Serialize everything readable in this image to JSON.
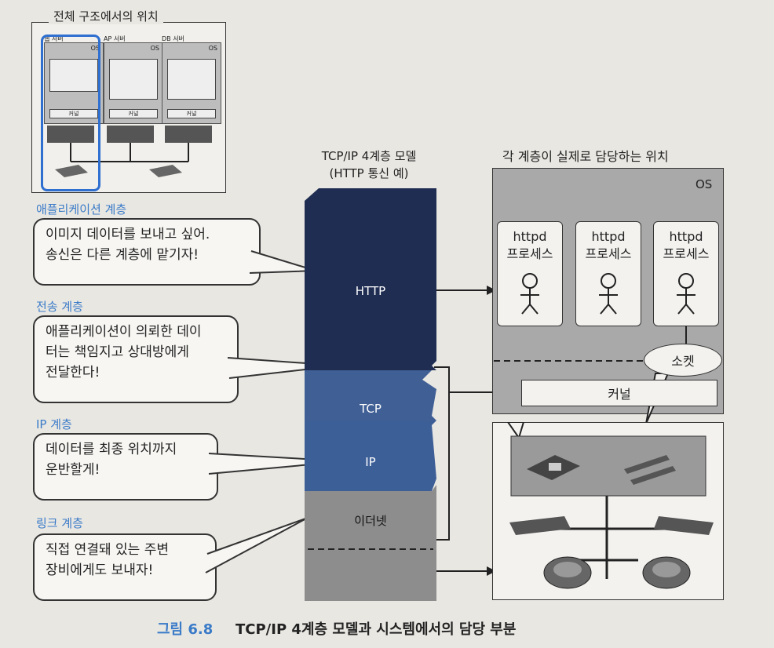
{
  "thumbnail": {
    "title": "전체 구조에서의 위치",
    "servers": [
      {
        "label": "웹 서버",
        "os": "OS",
        "kernel": "커널"
      },
      {
        "label": "AP 서버",
        "os": "OS",
        "kernel": "커널"
      },
      {
        "label": "DB 서버",
        "os": "OS",
        "kernel": "커널"
      }
    ]
  },
  "stack": {
    "title_line1": "TCP/IP 4계층 모델",
    "title_line2": "(HTTP 통신 예)",
    "layers": [
      "HTTP",
      "TCP",
      "IP",
      "이더넷"
    ]
  },
  "left_layers": [
    {
      "heading": "애플리케이션 계층",
      "line1": "이미지 데이터를 보내고 싶어.",
      "line2": "송신은 다른 계층에 맡기자!"
    },
    {
      "heading": "전송 계층",
      "line1": "애플리케이션이 의뢰한 데이",
      "line2": "터는 책임지고 상대방에게",
      "line3": "전달한다!"
    },
    {
      "heading": "IP 계층",
      "line1": "데이터를 최종 위치까지",
      "line2": "운반할게!"
    },
    {
      "heading": "링크 계층",
      "line1": "직접 연결돼 있는 주변",
      "line2": "장비에게도 보내자!"
    }
  ],
  "right_panel": {
    "title": "각 계층이 실제로 담당하는 위치",
    "os_label": "OS",
    "processes": [
      {
        "line1": "httpd",
        "line2": "프로세스"
      },
      {
        "line1": "httpd",
        "line2": "프로세스"
      },
      {
        "line1": "httpd",
        "line2": "프로세스"
      }
    ],
    "socket": "소켓",
    "kernel": "커널"
  },
  "caption": {
    "label": "그림 6.8",
    "text": "TCP/IP 4계층 모델과 시스템에서의 담당 부분"
  },
  "colors": {
    "http": "#1f2d52",
    "tcp": "#3f5f95",
    "ip": "#3d5f97",
    "ether": "#8d8d8d",
    "accent": "#3a7bc8"
  }
}
